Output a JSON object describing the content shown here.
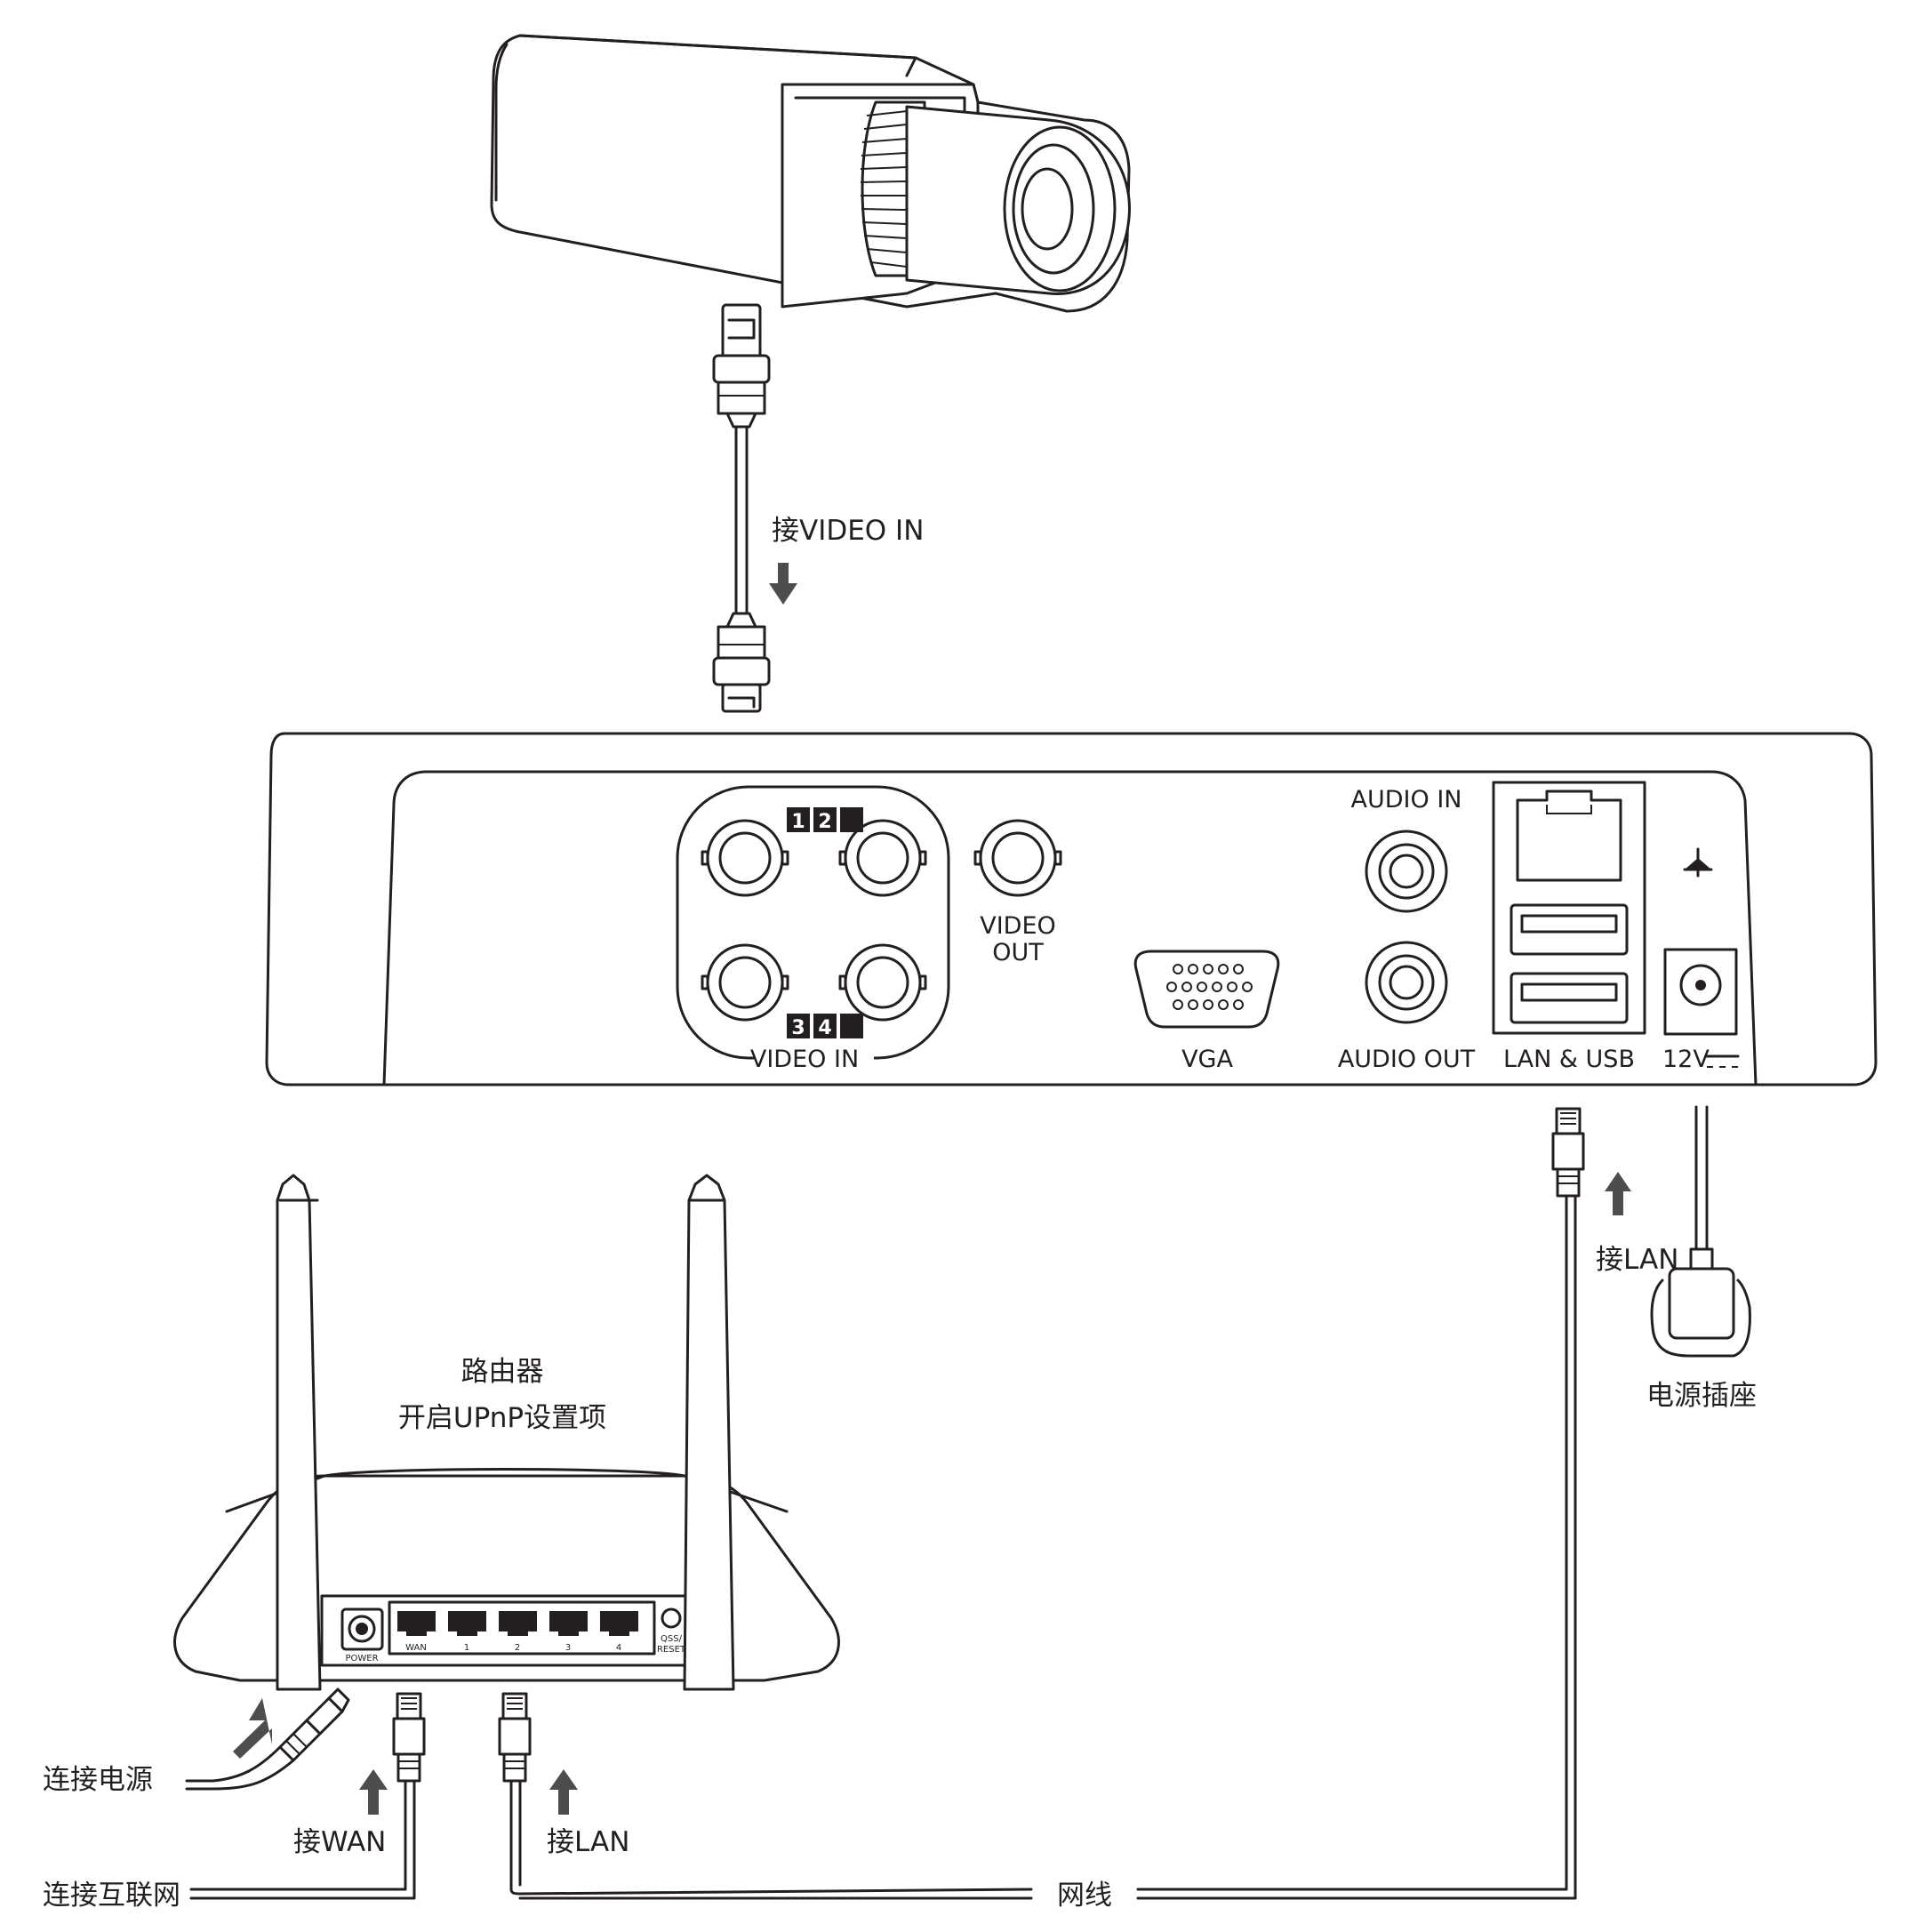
{
  "camera": {
    "label_video_in": "接VIDEO IN"
  },
  "dvr": {
    "video_in": "VIDEO IN",
    "video_out_line1": "VIDEO",
    "video_out_line2": "OUT",
    "vga": "VGA",
    "audio_in": "AUDIO IN",
    "audio_out": "AUDIO OUT",
    "lan_usb": "LAN & USB",
    "power_voltage": "12V",
    "channels_top": [
      "1",
      "2"
    ],
    "channels_bottom": [
      "3",
      "4"
    ]
  },
  "router": {
    "title": "路由器",
    "subtitle": "开启UPnP设置项",
    "power_port": "POWER",
    "ports": [
      "WAN",
      "1",
      "2",
      "3",
      "4"
    ],
    "reset_line1": "QSS/",
    "reset_line2": "RESET"
  },
  "labels": {
    "connect_power": "连接电源",
    "connect_wan": "接WAN",
    "connect_lan_router": "接LAN",
    "connect_internet": "连接互联网",
    "network_cable": "网线",
    "connect_lan_dvr": "接LAN",
    "power_outlet": "电源插座"
  },
  "icons": [
    "camera-icon",
    "bnc-cable-icon",
    "arrow-down-icon",
    "arrow-up-icon",
    "rj45-plug-icon",
    "power-adapter-icon",
    "router-antenna-icon",
    "ground-symbol-icon",
    "dc-symbol-icon"
  ]
}
